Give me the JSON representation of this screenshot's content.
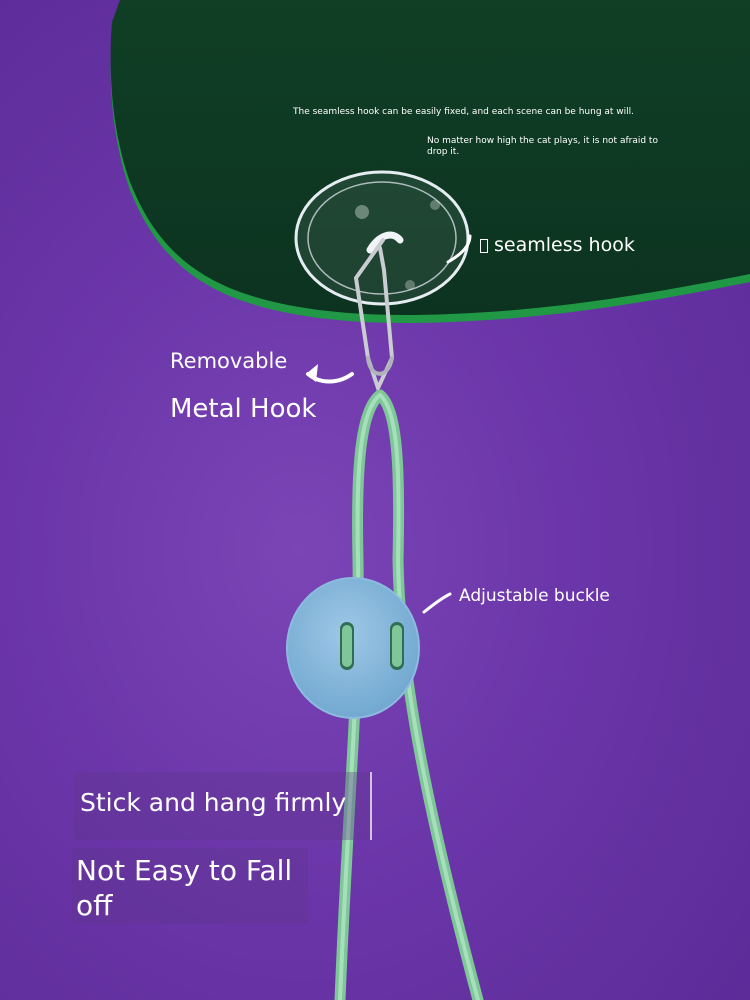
{
  "colors": {
    "background": "#6a35a8",
    "shelf": "#0f3a22",
    "shelf_edge": "#18a33a",
    "cord": "#8fd1a6",
    "felt_button": "#7fb2d6",
    "text": "#ffffff"
  },
  "notes": {
    "fixed_hook": "The seamless hook can be easily fixed, and each scene can be hung at will.",
    "cat_plays": "No matter how high the cat plays, it is not afraid to drop it."
  },
  "labels": {
    "seamless_hook": "seamless hook",
    "removable": "Removable",
    "metal_hook": "Metal Hook",
    "adjustable_buckle": "Adjustable buckle"
  },
  "captions": {
    "stick_hang": "Stick and hang firmly",
    "not_easy_line1": "Not Easy to Fall",
    "not_easy_line2": "off"
  },
  "icons": [
    "suction-cup-icon",
    "carabiner-icon",
    "arrow-icon",
    "felt-button-icon",
    "elastic-cord-icon"
  ]
}
